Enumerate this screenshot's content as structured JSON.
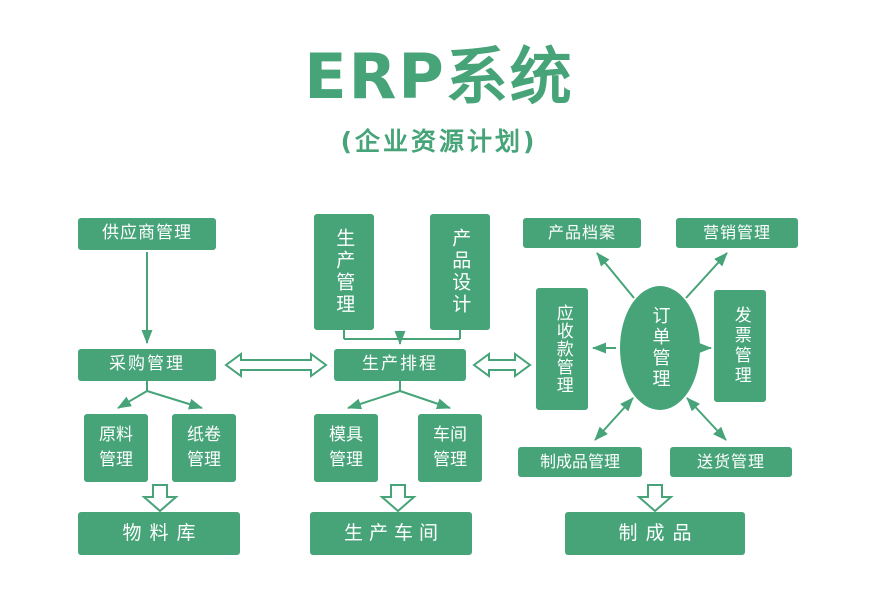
{
  "title": "ERP系统",
  "subtitle": "(企业资源计划)",
  "colors": {
    "green": "#46a478",
    "box_text": "#ffffff",
    "background": "#ffffff"
  },
  "nodes": {
    "supplier": {
      "label": "供应商管理"
    },
    "purchasing": {
      "label": "采购管理"
    },
    "raw_material": {
      "label": "原料管理"
    },
    "paper_roll": {
      "label": "纸卷管理"
    },
    "material_warehouse": {
      "label": "物料库"
    },
    "production_mgmt": {
      "label": "生产管理"
    },
    "product_design": {
      "label": "产品设计"
    },
    "production_scheduling": {
      "label": "生产排程"
    },
    "mold_mgmt": {
      "label": "模具管理"
    },
    "workshop_mgmt": {
      "label": "车间管理"
    },
    "production_workshop": {
      "label": "生产车间"
    },
    "product_archive": {
      "label": "产品档案"
    },
    "marketing_mgmt": {
      "label": "营销管理"
    },
    "order_mgmt": {
      "label": "订单管理"
    },
    "receivables_mgmt": {
      "label": "应收款管理"
    },
    "invoice_mgmt": {
      "label": "发票管理"
    },
    "finished_product_mgmt": {
      "label": "制成品管理"
    },
    "delivery_mgmt": {
      "label": "送货管理"
    },
    "finished_products": {
      "label": "制成品"
    }
  },
  "edges": [
    {
      "from": "supplier",
      "to": "purchasing",
      "type": "arrow"
    },
    {
      "from": "purchasing",
      "to": "raw_material",
      "type": "arrow"
    },
    {
      "from": "purchasing",
      "to": "paper_roll",
      "type": "arrow"
    },
    {
      "from": "raw_material",
      "to": "material_warehouse",
      "type": "block-arrow"
    },
    {
      "from": "paper_roll",
      "to": "material_warehouse",
      "type": "block-arrow"
    },
    {
      "from": "production_mgmt",
      "to": "production_scheduling",
      "type": "arrow"
    },
    {
      "from": "product_design",
      "to": "production_scheduling",
      "type": "arrow"
    },
    {
      "from": "purchasing",
      "to": "production_scheduling",
      "type": "double-block-arrow"
    },
    {
      "from": "production_scheduling",
      "to": "receivables_mgmt",
      "type": "double-block-arrow"
    },
    {
      "from": "production_scheduling",
      "to": "mold_mgmt",
      "type": "arrow"
    },
    {
      "from": "production_scheduling",
      "to": "workshop_mgmt",
      "type": "arrow"
    },
    {
      "from": "mold_mgmt",
      "to": "production_workshop",
      "type": "block-arrow"
    },
    {
      "from": "workshop_mgmt",
      "to": "production_workshop",
      "type": "block-arrow"
    },
    {
      "from": "order_mgmt",
      "to": "product_archive",
      "type": "arrow"
    },
    {
      "from": "order_mgmt",
      "to": "marketing_mgmt",
      "type": "arrow"
    },
    {
      "from": "order_mgmt",
      "to": "receivables_mgmt",
      "type": "arrow"
    },
    {
      "from": "order_mgmt",
      "to": "invoice_mgmt",
      "type": "arrow"
    },
    {
      "from": "order_mgmt",
      "to": "finished_product_mgmt",
      "type": "double-arrow"
    },
    {
      "from": "order_mgmt",
      "to": "delivery_mgmt",
      "type": "double-arrow"
    },
    {
      "from": "finished_product_mgmt",
      "to": "finished_products",
      "type": "block-arrow"
    }
  ]
}
